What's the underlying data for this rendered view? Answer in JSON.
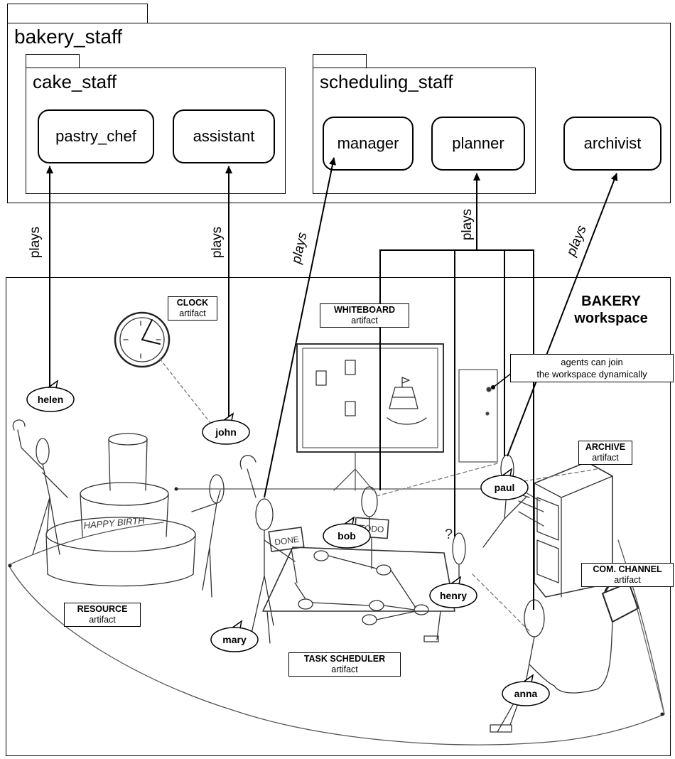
{
  "packages": {
    "bakery_staff": "bakery_staff",
    "cake_staff": "cake_staff",
    "scheduling_staff": "scheduling_staff"
  },
  "roles": {
    "pastry_chef": "pastry_chef",
    "assistant": "assistant",
    "manager": "manager",
    "planner": "planner",
    "archivist": "archivist"
  },
  "plays_label": "plays",
  "workspace": {
    "name": "BAKERY",
    "kind": "workspace"
  },
  "artifacts": {
    "clock": {
      "name": "CLOCK",
      "kind": "artifact"
    },
    "whiteboard": {
      "name": "WHITEBOARD",
      "kind": "artifact"
    },
    "archive": {
      "name": "ARCHIVE",
      "kind": "artifact"
    },
    "resource": {
      "name": "RESOURCE",
      "kind": "artifact"
    },
    "task_scheduler": {
      "name": "TASK SCHEDULER",
      "kind": "artifact"
    },
    "com_channel": {
      "name": "COM. CHANNEL",
      "kind": "artifact"
    }
  },
  "agents": {
    "helen": "helen",
    "john": "john",
    "paul": "paul",
    "bob": "bob",
    "henry": "henry",
    "mary": "mary",
    "anna": "anna"
  },
  "note": {
    "line1": "agents can join",
    "line2": "the workspace dynamically"
  },
  "sketch_text": {
    "cake": "HAPPY BIRTH",
    "done": "DONE",
    "todo": "TODO",
    "question": "?"
  }
}
